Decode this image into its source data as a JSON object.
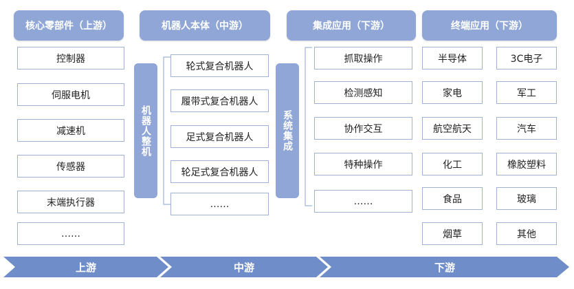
{
  "headers": {
    "upstream": "核心零部件（上游）",
    "midstream": "机器人本体（中游）",
    "integration": "集成应用（下游）",
    "terminal": "终端应用（下游）"
  },
  "components": [
    "控制器",
    "伺服电机",
    "减速机",
    "传感器",
    "末端执行器",
    "……"
  ],
  "robot_body_label": "机器人整机",
  "robot_types": [
    "轮式复合机器人",
    "履带式复合机器人",
    "足式复合机器人",
    "轮足式复合机器人",
    "……"
  ],
  "system_integration_label": "系统集成",
  "integration_apps": [
    "抓取操作",
    "检测感知",
    "协作交互",
    "特种操作",
    "……"
  ],
  "terminal_left": [
    "半导体",
    "家电",
    "航空航天",
    "化工",
    "食品",
    "烟草"
  ],
  "terminal_right": [
    "3C电子",
    "军工",
    "汽车",
    "橡胶塑料",
    "玻璃",
    "其他"
  ],
  "arrows": {
    "upstream": "上游",
    "midstream": "中游",
    "downstream": "下游"
  },
  "colors": {
    "accent": "#8fa6d6",
    "arrow": "#6f8ec9",
    "box_border": "#9fb2d6"
  }
}
